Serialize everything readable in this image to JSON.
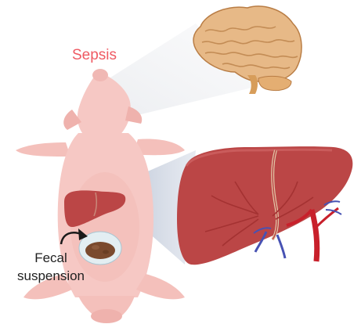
{
  "labels": {
    "condition": "Sepsis",
    "inoculum_line1": "Fecal",
    "inoculum_line2": "suspension"
  },
  "colors": {
    "pig_skin": "#f6c8c4",
    "pig_shadow": "#efb2ad",
    "sepsis_text": "#ef5a63",
    "brain": "#e7b987",
    "liver": "#bb4646",
    "artery": "#c8202b",
    "vein": "#4752b3",
    "feces": "#7a4a2e",
    "callout_fill": "#c9d2e0"
  },
  "icons": [
    "pig-icon",
    "brain-icon",
    "liver-icon",
    "fecal-suspension-icon",
    "arrow-icon"
  ]
}
